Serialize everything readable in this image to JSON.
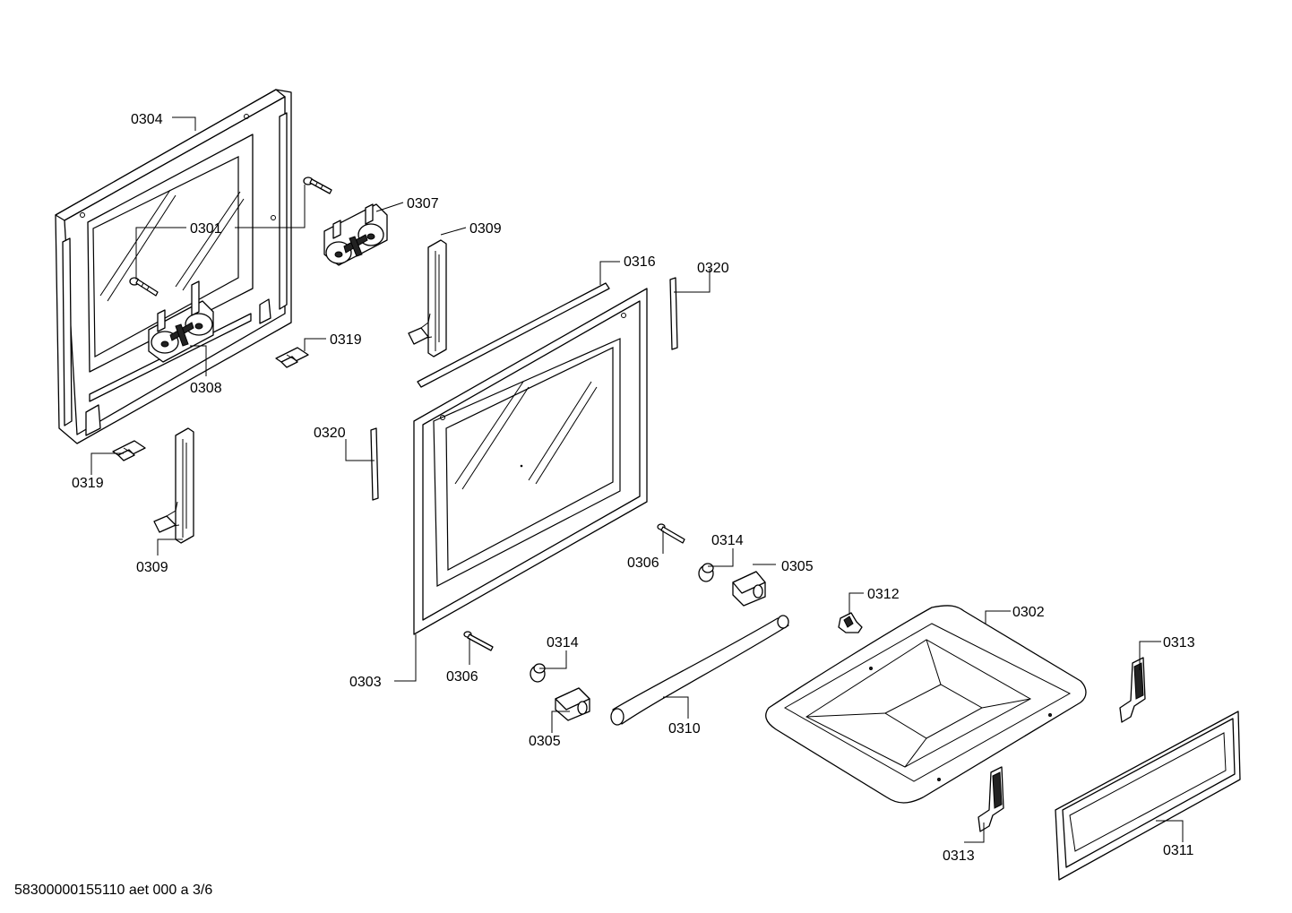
{
  "labels": {
    "l0304": "0304",
    "l0301": "0301",
    "l0307": "0307",
    "l0309a": "0309",
    "l0316": "0316",
    "l0320a": "0320",
    "l0319a": "0319",
    "l0308": "0308",
    "l0320b": "0320",
    "l0319b": "0319",
    "l0309b": "0309",
    "l0314a": "0314",
    "l0306a": "0306",
    "l0305a": "0305",
    "l0312": "0312",
    "l0302": "0302",
    "l0313a": "0313",
    "l0314b": "0314",
    "l0306b": "0306",
    "l0303": "0303",
    "l0305b": "0305",
    "l0310": "0310",
    "l0313b": "0313",
    "l0311": "0311"
  },
  "footer": "58300000155110 aet 000 a 3/6"
}
